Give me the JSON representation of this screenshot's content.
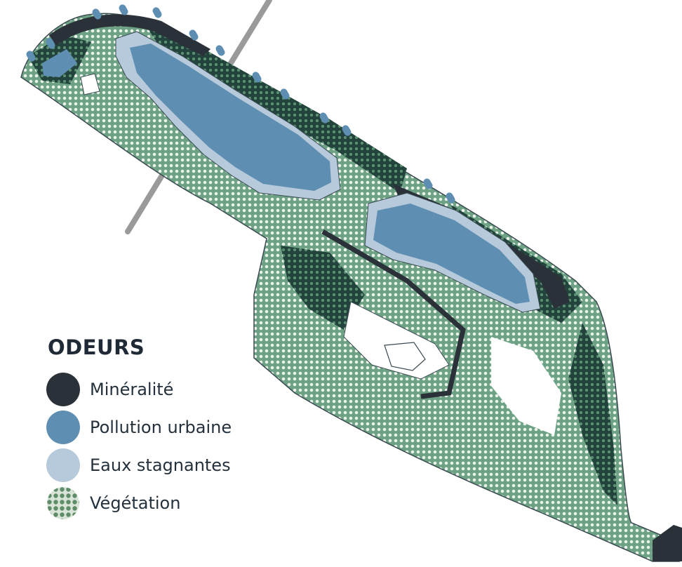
{
  "legend": {
    "title": "ODEURS",
    "items": [
      {
        "id": "mineralite",
        "label": "Minéralité",
        "color": "#2a3138",
        "pattern": "solid",
        "icon": "dark-circle-icon"
      },
      {
        "id": "pollution",
        "label": "Pollution urbaine",
        "color": "#5e8fb3",
        "pattern": "solid",
        "icon": "blue-circle-icon"
      },
      {
        "id": "eaux",
        "label": "Eaux stagnantes",
        "color": "#b6cadb",
        "pattern": "solid",
        "icon": "light-blue-circle-icon"
      },
      {
        "id": "vegetation",
        "label": "Végétation",
        "color": "#5f9a73",
        "pattern": "dots",
        "icon": "dotted-circle-icon"
      }
    ]
  },
  "colors": {
    "background": "#ffffff",
    "park_outline": "#3b4a52",
    "road": "#9a9a9a",
    "vegetation_fill": "#6da384",
    "vegetation_dot": "#e9f1ea",
    "dense_vegetation": "#23463e",
    "water_deep": "#5e8fb3",
    "water_edge": "#b6cadb",
    "mineral": "#2a3138",
    "odour_marks": "#5e8fb3"
  }
}
